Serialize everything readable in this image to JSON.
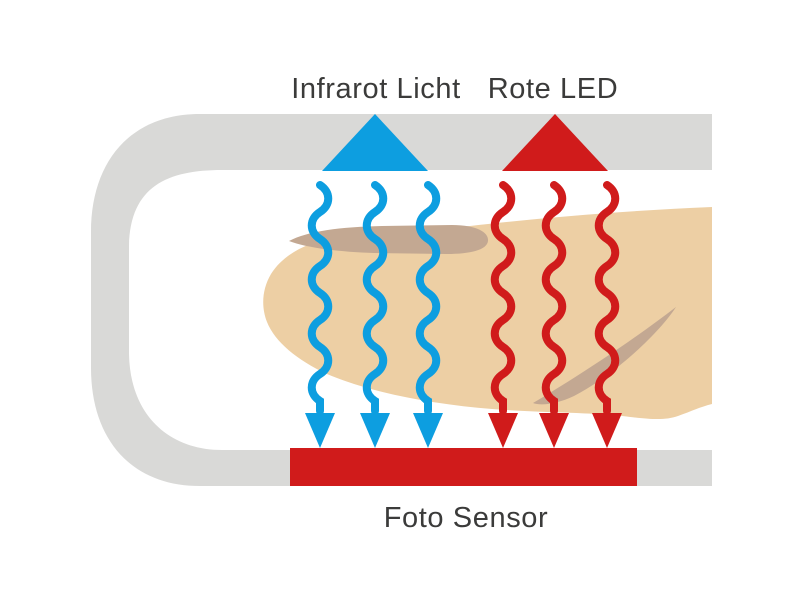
{
  "labels": {
    "infrared_light": "Infrarot Licht",
    "red_led": "Rote LED",
    "photo_sensor": "Foto Sensor"
  },
  "colors": {
    "infrared_blue": "#0d9ee0",
    "led_red": "#d01b1b",
    "sensor_red": "#d01b1b",
    "housing_gray": "#d9d9d7",
    "skin": "#edcfa4",
    "skin_shade": "#c3a892",
    "text": "#3b3b3a",
    "background": "#ffffff"
  },
  "beams": {
    "infrared_count": 3,
    "red_count": 3
  }
}
